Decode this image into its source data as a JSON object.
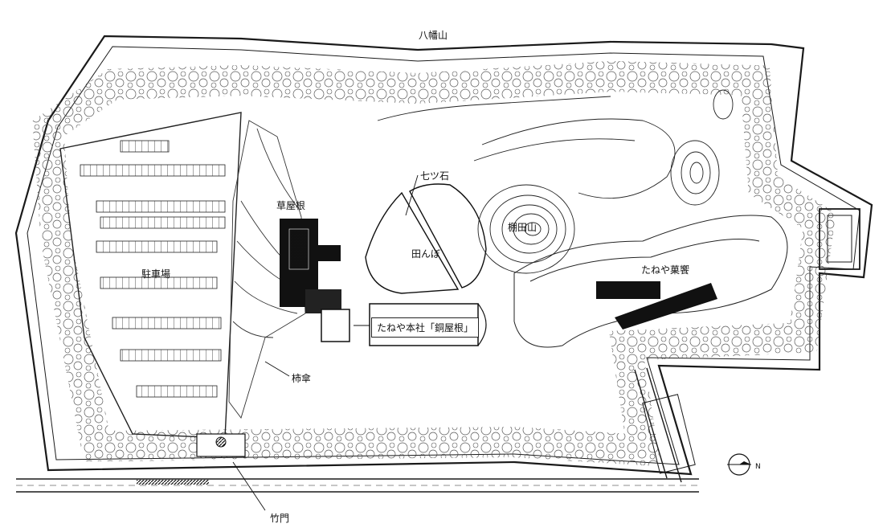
{
  "labels": {
    "hachimanyama": "八幡山",
    "kusayane": "草屋根",
    "nanatsuishi": "七ツ石",
    "tanbo": "田んぼ",
    "tanadayama": "棚田山",
    "tanaya_gashi": "たねや菓饗",
    "chushajo": "駐車場",
    "honsha": "たねや本社「銅屋根」",
    "kakigasa": "柿傘",
    "takemon": "竹門"
  },
  "compass": {
    "north_letter": "N"
  },
  "colors": {
    "line": "#1a1a1a",
    "background": "#ffffff",
    "fill_dark": "#111111"
  }
}
